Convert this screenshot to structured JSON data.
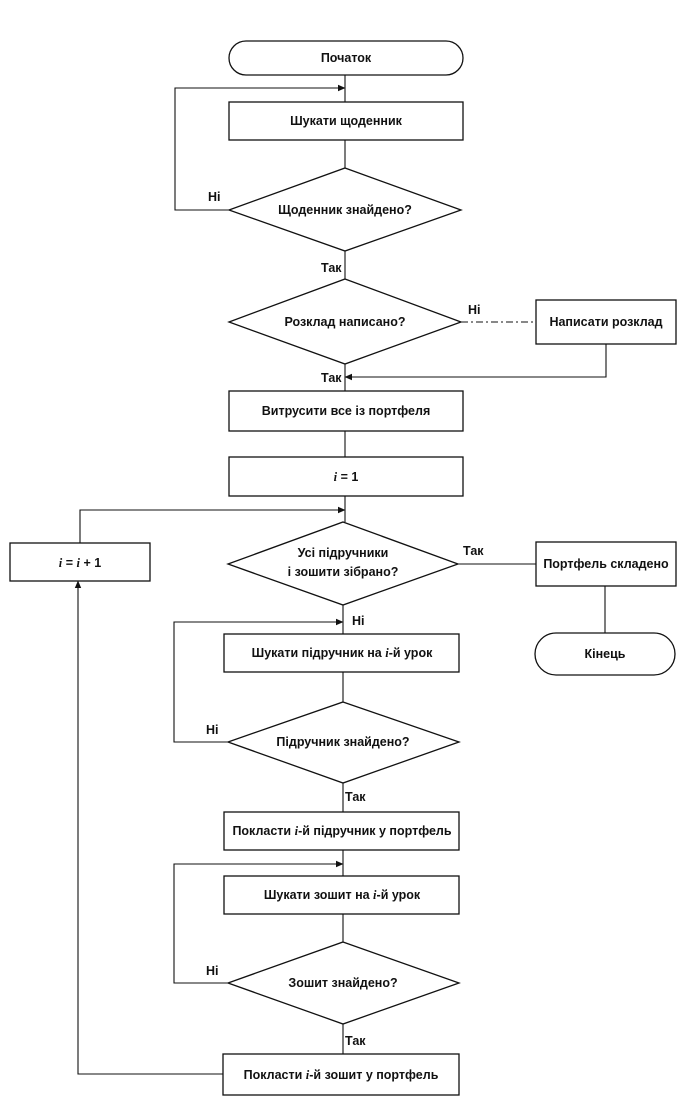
{
  "nodes": {
    "start": "Початок",
    "search_diary": "Шукати щоденник",
    "diary_found": "Щоденник знайдено?",
    "schedule_written": "Розклад написано?",
    "write_schedule": "Написати розклад",
    "shake_out": "Витрусити все із портфеля",
    "init_i": {
      "var": "i",
      "rest": " = 1"
    },
    "increment_i": {
      "var1": "i",
      "mid": " = ",
      "var2": "i",
      "rest": " + 1"
    },
    "all_collected_line1": "Усі підручники",
    "all_collected_line2": "і зошити зібрано?",
    "bag_packed": "Портфель складено",
    "end": "Кінець",
    "search_textbook": {
      "before": "Шукати підручник на ",
      "var": "i",
      "after": "-й урок"
    },
    "textbook_found": "Підручник знайдено?",
    "put_textbook": {
      "before": "Покласти ",
      "var": "i",
      "after": "-й підручник у портфель"
    },
    "search_notebook": {
      "before": "Шукати зошит на ",
      "var": "i",
      "after": "-й урок"
    },
    "notebook_found": "Зошит знайдено?",
    "put_notebook": {
      "before": "Покласти ",
      "var": "i",
      "after": "-й зошит у портфель"
    }
  },
  "edge_labels": {
    "yes": "Так",
    "no": "Ні"
  },
  "colors": {
    "stroke": "#111111",
    "fill": "#ffffff",
    "text": "#111111"
  }
}
